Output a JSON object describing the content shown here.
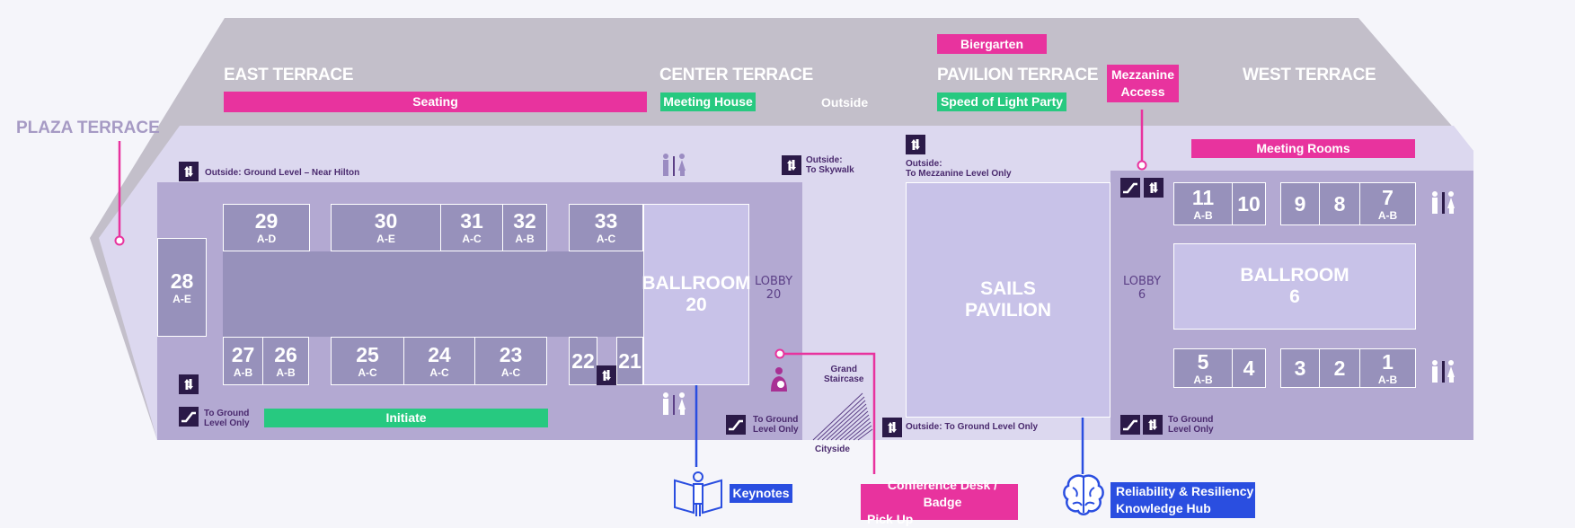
{
  "terraces": {
    "east": "EAST TERRACE",
    "center": "CENTER TERRACE",
    "pavilion": "PAVILION TERRACE",
    "west": "WEST TERRACE",
    "plaza": "PLAZA TERRACE"
  },
  "tags": {
    "biergarten": "Biergarten",
    "mezzanine_line1": "Mezzanine",
    "mezzanine_line2": "Access",
    "seating": "Seating",
    "meeting_house": "Meeting House",
    "outside": "Outside",
    "speed_of_light": "Speed of Light Party",
    "meeting_rooms": "Meeting Rooms",
    "initiate": "Initiate",
    "keynotes": "Keynotes",
    "conference_line1": "Conference Desk / Badge",
    "conference_line2": "Pick Up",
    "reliability_line1": "Reliability & Resiliency",
    "reliability_line2": "Knowledge Hub"
  },
  "notes": {
    "ground_hilton": "Outside: Ground Level – Near Hilton",
    "skywalk_1": "Outside:",
    "skywalk_2": "To Skywalk",
    "mezz_only_1": "Outside:",
    "mezz_only_2": "To Mezzanine Level Only",
    "to_ground_1": "To Ground",
    "to_ground_2": "Level Only",
    "outside_ground_only": "Outside: To Ground Level Only",
    "grand_1": "Grand",
    "grand_2": "Staircase",
    "cityside": "Cityside"
  },
  "rooms": {
    "r29": {
      "num": "29",
      "sub": "A-D"
    },
    "r30": {
      "num": "30",
      "sub": "A-E"
    },
    "r31": {
      "num": "31",
      "sub": "A-C"
    },
    "r32": {
      "num": "32",
      "sub": "A-B"
    },
    "r33": {
      "num": "33",
      "sub": "A-C"
    },
    "r28": {
      "num": "28",
      "sub": "A-E"
    },
    "r27": {
      "num": "27",
      "sub": "A-B"
    },
    "r26": {
      "num": "26",
      "sub": "A-B"
    },
    "r25": {
      "num": "25",
      "sub": "A-C"
    },
    "r24": {
      "num": "24",
      "sub": "A-C"
    },
    "r23": {
      "num": "23",
      "sub": "A-C"
    },
    "r22": {
      "num": "22",
      "sub": ""
    },
    "r21": {
      "num": "21",
      "sub": ""
    },
    "r11": {
      "num": "11",
      "sub": "A-B"
    },
    "r10": {
      "num": "10",
      "sub": ""
    },
    "r9": {
      "num": "9",
      "sub": ""
    },
    "r8": {
      "num": "8",
      "sub": ""
    },
    "r7": {
      "num": "7",
      "sub": "A-B"
    },
    "r5": {
      "num": "5",
      "sub": "A-B"
    },
    "r4": {
      "num": "4",
      "sub": ""
    },
    "r3": {
      "num": "3",
      "sub": ""
    },
    "r2": {
      "num": "2",
      "sub": ""
    },
    "r1": {
      "num": "1",
      "sub": "A-B"
    }
  },
  "halls": {
    "ballroom20_1": "BALLROOM",
    "ballroom20_2": "20",
    "sails_1": "SAILS",
    "sails_2": "PAVILION",
    "ballroom6_1": "BALLROOM",
    "ballroom6_2": "6"
  },
  "lobbies": {
    "lobby20_1": "LOBBY",
    "lobby20_2": "20",
    "lobby6_1": "LOBBY",
    "lobby6_2": "6"
  },
  "colors": {
    "pink": "#e8339e",
    "green": "#27c980",
    "blue": "#2a4ee0",
    "building": "#b3a9d2",
    "terrace_gray": "#c3bfca"
  },
  "icons": [
    "elevator-icon",
    "escalator-icon",
    "restroom-icon",
    "nursing-room-icon",
    "keynote-person-icon",
    "brain-icon"
  ]
}
